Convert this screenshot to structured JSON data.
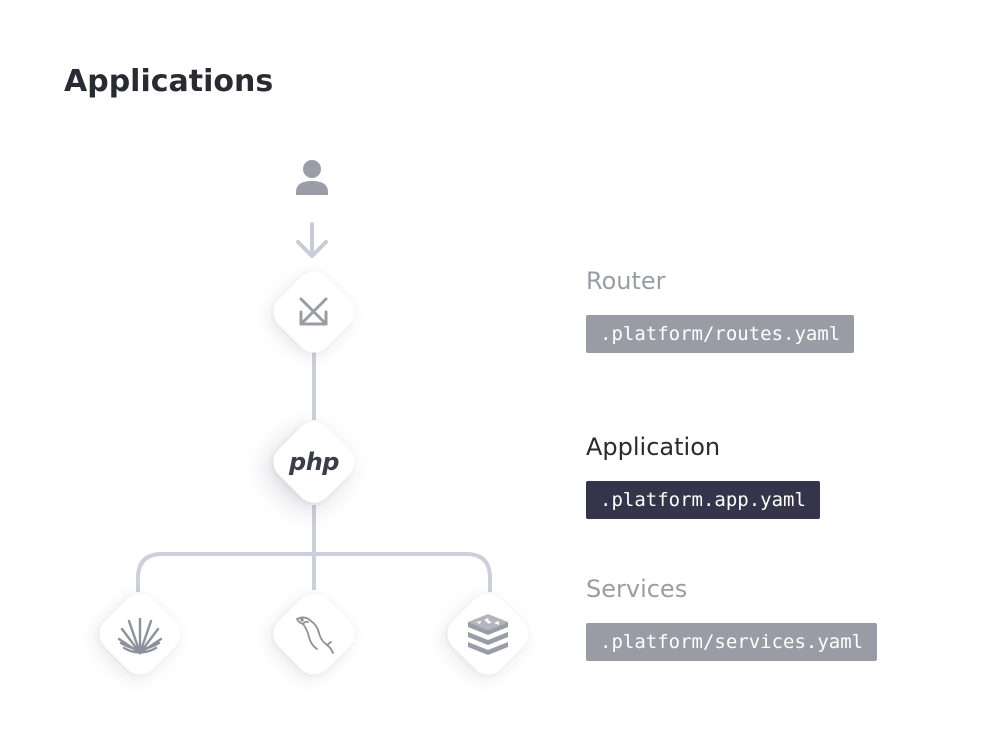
{
  "header": {
    "title": "Applications"
  },
  "layers": [
    {
      "id": "router",
      "name": "Router",
      "config_file": ".platform/routes.yaml",
      "emphasis": "muted"
    },
    {
      "id": "application",
      "name": "Application",
      "config_file": ".platform.app.yaml",
      "emphasis": "active"
    },
    {
      "id": "services",
      "name": "Services",
      "config_file": ".platform/services.yaml",
      "emphasis": "muted"
    }
  ],
  "nodes": {
    "user": {
      "icon": "user-icon"
    },
    "router": {
      "icon": "router-icon"
    },
    "application": {
      "label": "php"
    },
    "services": [
      {
        "icon": "elasticsearch-icon"
      },
      {
        "icon": "mysql-icon"
      },
      {
        "icon": "redis-icon"
      }
    ]
  },
  "colors": {
    "connector": "#cdd0dc",
    "muted_code_bg": "#9a9ba5",
    "active_code_bg": "#34344a",
    "title": "#2a2b32"
  }
}
